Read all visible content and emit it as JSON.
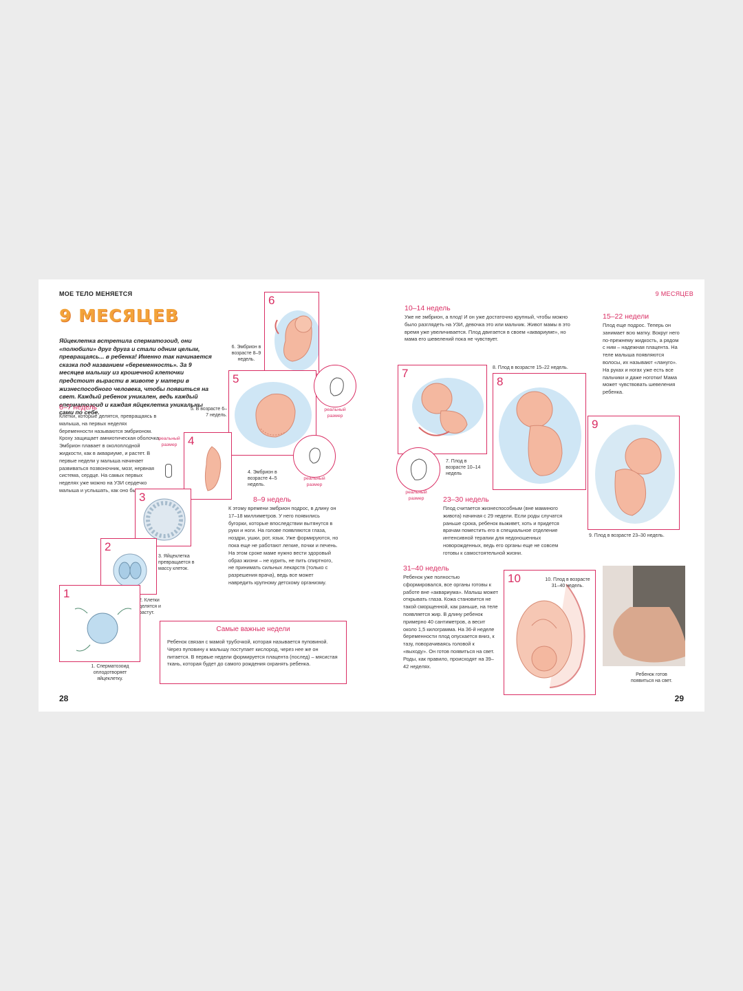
{
  "left_page": {
    "header": "МОЕ ТЕЛО МЕНЯЕТСЯ",
    "title": "9 МЕСЯЦЕВ",
    "intro": "Яйцеклетка встретила сперматозоид, они «полюбили» друг друга и стали одним целым, превращаясь... в ребенка! Именно так начинается сказка под названием «беременность». За 9 месяцев малышу из крошечной клеточки предстоит вырасти в животе у матери в жизнеспособного человека, чтобы появиться на свет. Каждый ребенок уникален, ведь каждый сперматозоид и каждая яйцеклетка уникальны сами по себе.",
    "section_6_7": {
      "heading": "6–7 недель",
      "text": "Клетки, которые делятся, превращаясь в малыша, на первых неделях беременности называются эмбрионом. Кроху защищает амниотическая оболочка. Эмбрион плавает в околоплодной жидкости, как в аквариуме, и растет. В первые недели у малыша начинает развиваться позвоночник, мозг, нервная система, сердце. На самых первых неделях уже можно на УЗИ сердечко малыша и услышать, как оно бьется."
    },
    "section_8_9": {
      "heading": "8–9 недель",
      "text": "К этому времени эмбрион подрос, в длину он 17–18 миллиметров. У него появились бугорки, которые впоследствии вытянутся в руки и ноги. На голове появляются глаза, ноздри, ушки, рот, язык. Уже формируются, но пока еще не работают легкие, почки и печень. На этом сроке маме нужно вести здоровый образ жизни – не курить, не пить спиртного, не принимать сильных лекарств (только с разрешения врача), ведь все может навредить крупному детскому организму."
    },
    "important_weeks": {
      "title": "Самые важные недели",
      "text": "Ребенок связан с мамой трубочкой, которая называется пуповиной. Через пуповину к малышу поступает кислород, через нее же он питается. В первые недели формируется плацента (послед) – мясистая ткань, которая будет до самого рождения охранять ребенка."
    },
    "captions": {
      "c1": "1. Сперматозоид оплодотворяет яйцеклетку.",
      "c2": "2. Клетки делятся и растут.",
      "c3": "3. Яйцеклетка превращается в массу клеток.",
      "c4": "4. Эмбрион в возрасте 4–5 недель.",
      "c5": "5. В возрасте 6–7 недель.",
      "c6": "6. Эмбрион в возрасте 8–9 недель."
    },
    "box_numbers": [
      "1",
      "2",
      "3",
      "4",
      "5",
      "6"
    ],
    "real_size": "реальный размер",
    "page_number": "28"
  },
  "right_page": {
    "header": "9 МЕСЯЦЕВ",
    "section_10_14": {
      "heading": "10–14 недель",
      "text": "Уже не эмбрион, а плод! И он уже достаточно крупный, чтобы можно было разглядеть на УЗИ, девочка это или мальчик. Живот мамы в это время уже увеличивается. Плод двигается в своем «аквариуме», но мама его шевелений пока не чувствует."
    },
    "section_15_22": {
      "heading": "15–22 недели",
      "text": "Плод еще подрос. Теперь он занимает всю матку. Вокруг него по-прежнему жидкость, а рядом с ним – надежная плацента. На теле малыша появляются волосы, их называют «лануго». На руках и ногах уже есть все пальчики и даже ноготки! Мама может чувствовать шевеления ребенка."
    },
    "section_23_30": {
      "heading": "23–30 недель",
      "text": "Плод считается жизнеспособным (вне маминого живота) начиная с 29 недели. Если роды случатся раньше срока, ребенок выживет, хоть и придется врачам поместить его в специальное отделение интенсивной терапии для недоношенных новорожденных, ведь его органы еще не совсем готовы к самостоятельной жизни."
    },
    "section_31_40": {
      "heading": "31–40 недель",
      "text": "Ребенок уже полностью сформировался, все органы готовы к работе вне «аквариума». Малыш может открывать глаза. Кожа становится не такой сморщенной, как раньше, на теле появляется жир. В длину ребенок примерно 40 сантиметров, а весит около 1,5 килограмма. На 36-й неделе беременности плод опускается вниз, к тазу, поворачиваясь головой к «выходу». Он готов появиться на свет. Роды, как правило, происходят на 39–42 неделях."
    },
    "captions": {
      "c7": "7. Плод в возрасте 10–14 недель",
      "c8": "8. Плод в возрасте 15–22 недель.",
      "c9": "9. Плод в возрасте 23–30 недель.",
      "c10": "10. Плод в возрасте 31–40 недель.",
      "photo": "Ребенок готов появиться на свет."
    },
    "box_numbers": [
      "7",
      "8",
      "9",
      "10"
    ],
    "real_size": "реальный размер",
    "page_number": "29"
  },
  "colors": {
    "accent": "#d92c62",
    "title": "#f2a33a",
    "skin": "#f4b8a0",
    "amnion": "#bfdcef"
  }
}
